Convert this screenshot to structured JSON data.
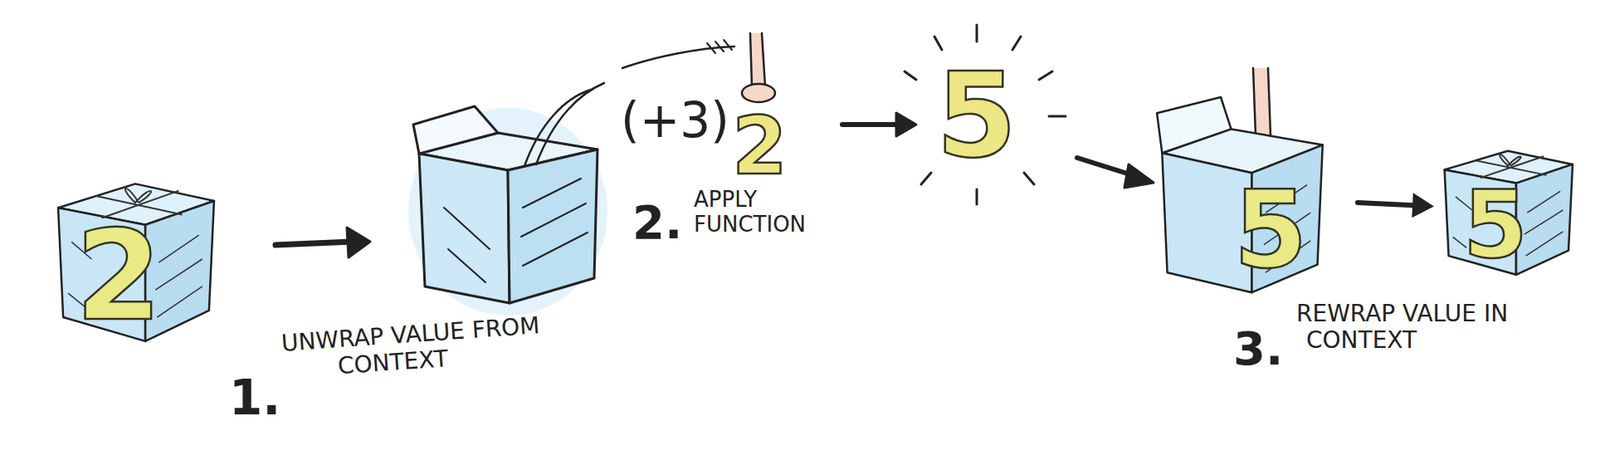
{
  "diagram": {
    "nodes": [
      {
        "text": [
          "2"
        ]
      },
      {
        "text": [
          "5"
        ]
      },
      {
        "text": [
          "5"
        ]
      }
    ],
    "edges": [
      {
        "from": 1,
        "to": 2,
        "arrow": "to"
      }
    ],
    "labels": [
      "1.",
      "UNWRAP VALUE FROM CONTEXT",
      "(+3)",
      "2",
      "2.",
      "APPLY FUNCTION",
      "5",
      "3.",
      "REWRAP VALUE IN CONTEXT"
    ]
  }
}
